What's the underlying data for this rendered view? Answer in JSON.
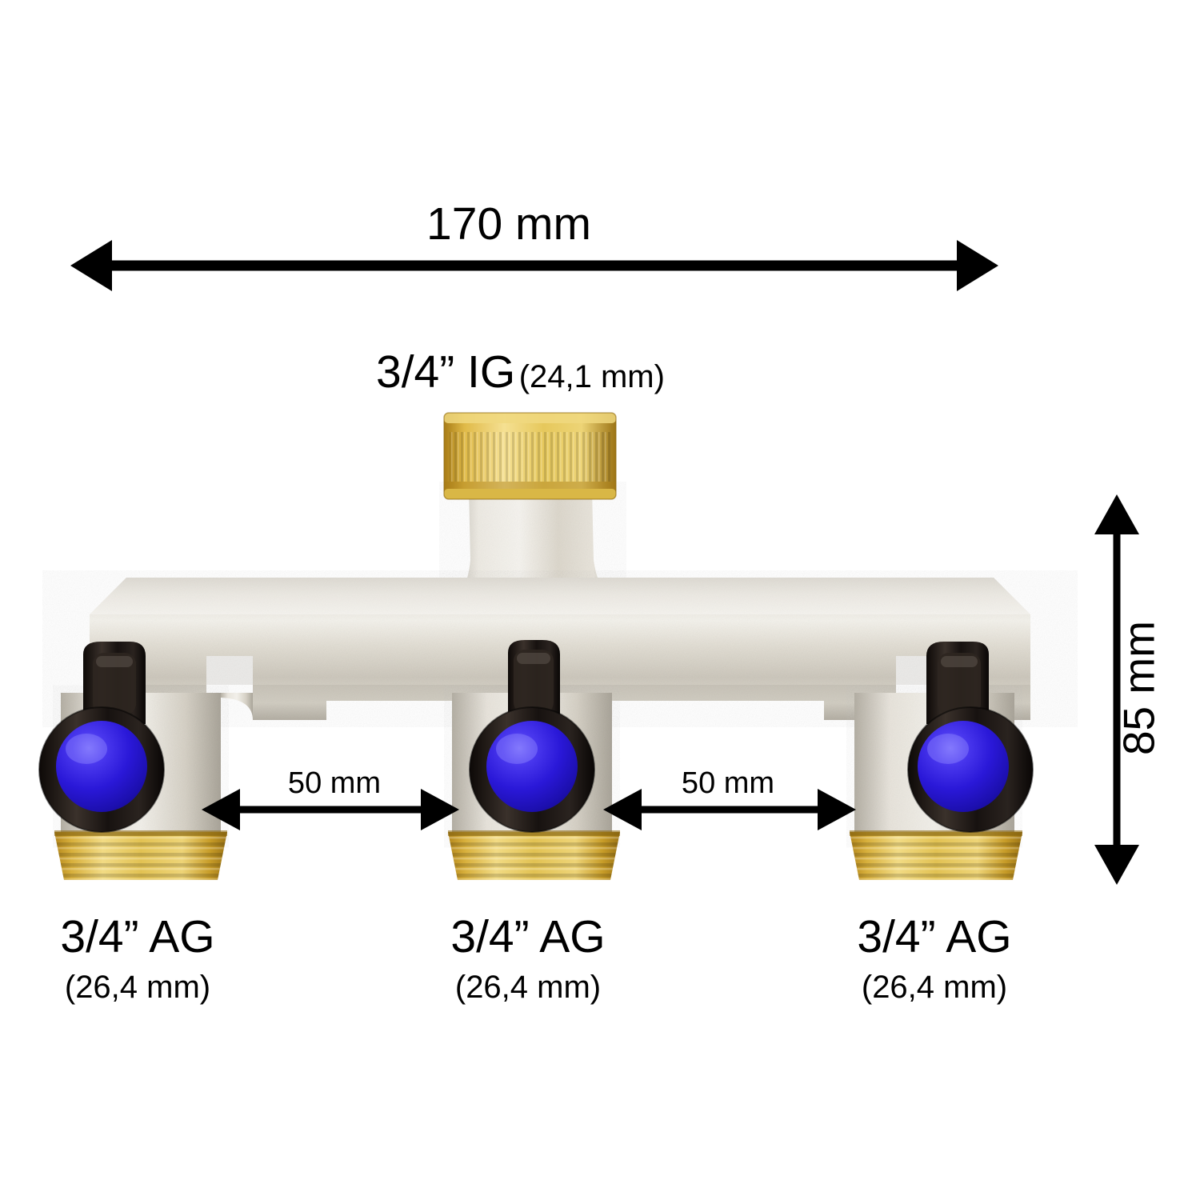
{
  "diagram": {
    "title": "Water distributor / 3-way manifold dimension drawing",
    "background": "#ffffff"
  },
  "dimensions": {
    "overall_width": {
      "label": "170 mm",
      "value": 170,
      "unit": "mm",
      "orientation": "horizontal"
    },
    "overall_height": {
      "label": "85 mm",
      "value": 85,
      "unit": "mm",
      "orientation": "vertical"
    },
    "outlet_spacing_left": {
      "label": "50 mm",
      "value": 50,
      "unit": "mm",
      "orientation": "horizontal"
    },
    "outlet_spacing_right": {
      "label": "50 mm",
      "value": 50,
      "unit": "mm",
      "orientation": "horizontal"
    }
  },
  "inlet": {
    "thread_label_main": "3/4” IG",
    "thread_label_paren": "(24,1 mm)",
    "type": "female",
    "color": "#d9af2e"
  },
  "outlets": [
    {
      "id": "left",
      "thread_label_main": "3/4” AG",
      "thread_label_paren": "(26,4 mm)",
      "handle_color": "#201010",
      "knob_color": "#2a18d8"
    },
    {
      "id": "middle",
      "thread_label_main": "3/4” AG",
      "thread_label_paren": "(26,4 mm)",
      "handle_color": "#201010",
      "knob_color": "#2a18d8"
    },
    {
      "id": "right",
      "thread_label_main": "3/4” AG",
      "thread_label_paren": "(26,4 mm)",
      "handle_color": "#201010",
      "knob_color": "#2a18d8"
    }
  ],
  "colors": {
    "brass": "#d4a62a",
    "brass_light": "#efd470",
    "brass_dark": "#a8801a",
    "nickel": "#ddd9cf",
    "nickel_light": "#f3f1ea",
    "nickel_dark": "#a9a49a",
    "handle_black": "#1b1512",
    "knob_blue": "#2a18d8",
    "knob_blue_light": "#5a4cf0",
    "dimension_line": "#000000"
  }
}
